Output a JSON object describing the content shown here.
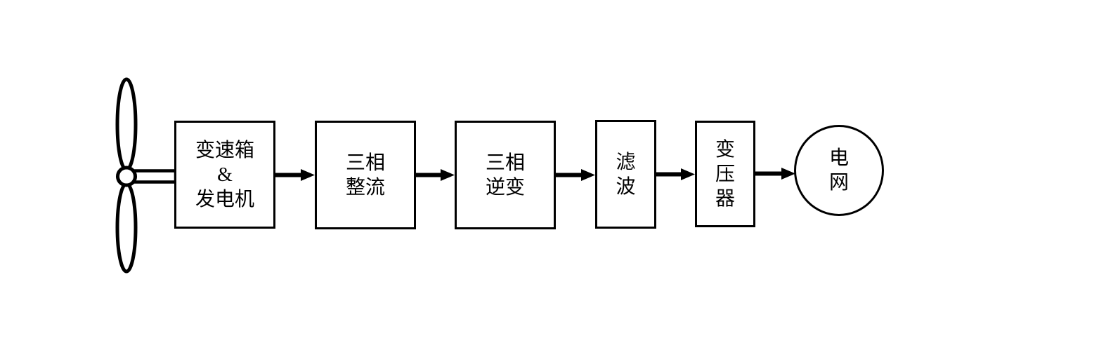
{
  "diagram": {
    "type": "flowchart",
    "description": "Wind power generation system block diagram",
    "colors": {
      "stroke": "#000000",
      "background": "#ffffff"
    },
    "nodes": {
      "turbine": {
        "icon": "wind-turbine-icon",
        "label": ""
      },
      "gearbox_generator": {
        "shape": "rectangle",
        "label": "变速箱\n&\n发电机"
      },
      "rectifier": {
        "shape": "rectangle",
        "label": "三相\n整流"
      },
      "inverter": {
        "shape": "rectangle",
        "label": "三相\n逆变"
      },
      "filter": {
        "shape": "rectangle",
        "label": "滤\n波"
      },
      "transformer": {
        "shape": "rectangle",
        "label": "变\n压\n器"
      },
      "grid": {
        "shape": "circle",
        "label": "电\n网"
      }
    },
    "edges": [
      {
        "from": "turbine",
        "to": "gearbox_generator",
        "style": "shaft"
      },
      {
        "from": "gearbox_generator",
        "to": "rectifier",
        "style": "arrow"
      },
      {
        "from": "rectifier",
        "to": "inverter",
        "style": "arrow"
      },
      {
        "from": "inverter",
        "to": "filter",
        "style": "arrow"
      },
      {
        "from": "filter",
        "to": "transformer",
        "style": "arrow"
      },
      {
        "from": "transformer",
        "to": "grid",
        "style": "arrow"
      }
    ]
  }
}
